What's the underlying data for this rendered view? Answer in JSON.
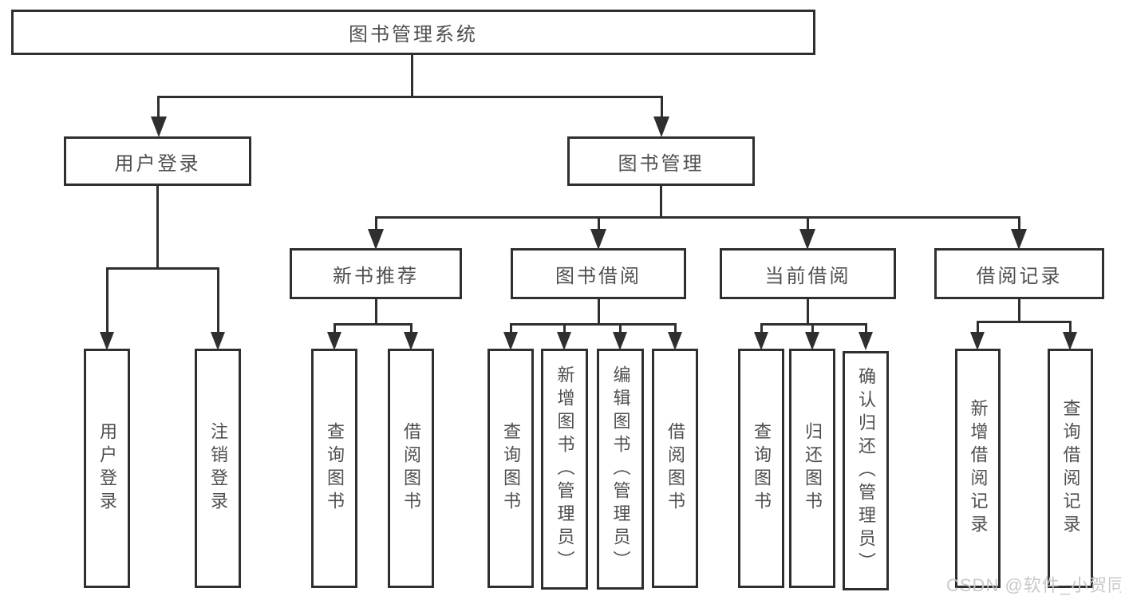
{
  "watermark": "CSDN @软件_小贺同学",
  "colors": {
    "line": "#2f2f2f",
    "node_border": "#2f2f2f",
    "node_text": "#4f4f4f",
    "background": "#ffffff",
    "watermark": "#c6c6c6"
  },
  "tree": {
    "root": {
      "label": "图书管理系统"
    },
    "branches": [
      {
        "label": "用户登录",
        "children": [
          {
            "label": "用户登录"
          },
          {
            "label": "注销登录"
          }
        ]
      },
      {
        "label": "图书管理",
        "children": [
          {
            "label": "新书推荐",
            "children": [
              {
                "label": "查询图书"
              },
              {
                "label": "借阅图书"
              }
            ]
          },
          {
            "label": "图书借阅",
            "children": [
              {
                "label": "查询图书"
              },
              {
                "label": "新增图书（管理员）"
              },
              {
                "label": "编辑图书（管理员）"
              },
              {
                "label": "借阅图书"
              }
            ]
          },
          {
            "label": "当前借阅",
            "children": [
              {
                "label": "查询图书"
              },
              {
                "label": "归还图书"
              },
              {
                "label": "确认归还（管理员）"
              }
            ]
          },
          {
            "label": "借阅记录",
            "children": [
              {
                "label": "新增借阅记录"
              },
              {
                "label": "查询借阅记录"
              }
            ]
          }
        ]
      }
    ]
  }
}
